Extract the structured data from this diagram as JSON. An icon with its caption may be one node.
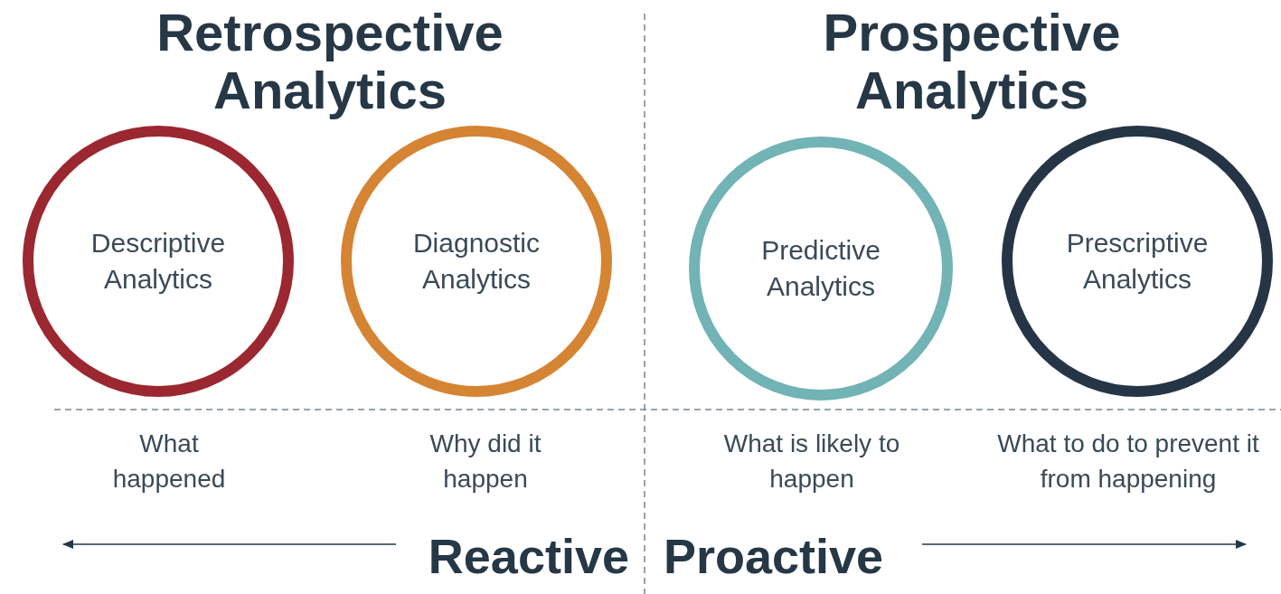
{
  "diagram": {
    "nodes": [
      {
        "text": [
          "Descriptive Analytics"
        ],
        "beside": [
          "What happened"
        ]
      },
      {
        "text": [
          "Diagnostic Analytics"
        ],
        "beside": [
          "Why did it happen"
        ]
      },
      {
        "text": [
          "Predictive Analytics"
        ],
        "beside": [
          "What is likely to happen"
        ]
      },
      {
        "text": [
          "Prescriptive Analytics"
        ],
        "beside": [
          "What to do to prevent it from happening"
        ]
      }
    ],
    "labels": [
      "Retrospective Analytics",
      "Prospective Analytics",
      "Reactive",
      "Proactive"
    ]
  }
}
